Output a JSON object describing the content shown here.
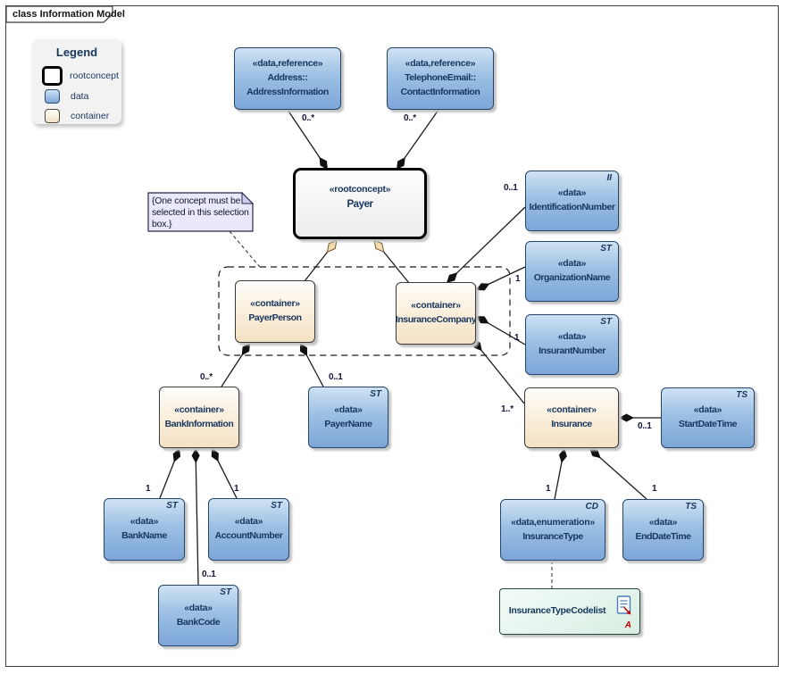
{
  "frame": {
    "title": "class Information Model"
  },
  "legend": {
    "title": "Legend",
    "items": [
      {
        "type": "rootconcept",
        "label": "rootconcept"
      },
      {
        "type": "data",
        "label": "data"
      },
      {
        "type": "container",
        "label": "container"
      }
    ]
  },
  "note": {
    "text": "{One concept must be selected in this selection box.}"
  },
  "nodes": {
    "address": {
      "stereotype": "«data,reference»",
      "line1": "Address::",
      "line2": "AddressInformation"
    },
    "contact": {
      "stereotype": "«data,reference»",
      "line1": "TelephoneEmail::",
      "line2": "ContactInformation"
    },
    "payer": {
      "stereotype": "«rootconcept»",
      "name": "Payer"
    },
    "payerPerson": {
      "stereotype": "«container»",
      "name": "PayerPerson"
    },
    "insuranceCompany": {
      "stereotype": "«container»",
      "name": "InsuranceCompany"
    },
    "identificationNumber": {
      "stereotype": "«data»",
      "name": "IdentificationNumber",
      "marker": "II"
    },
    "organizationName": {
      "stereotype": "«data»",
      "name": "OrganizationName",
      "marker": "ST"
    },
    "insurantNumber": {
      "stereotype": "«data»",
      "name": "InsurantNumber",
      "marker": "ST"
    },
    "insurance": {
      "stereotype": "«container»",
      "name": "Insurance"
    },
    "startDateTime": {
      "stereotype": "«data»",
      "name": "StartDateTime",
      "marker": "TS"
    },
    "bankInformation": {
      "stereotype": "«container»",
      "name": "BankInformation"
    },
    "payerName": {
      "stereotype": "«data»",
      "name": "PayerName",
      "marker": "ST"
    },
    "bankName": {
      "stereotype": "«data»",
      "name": "BankName",
      "marker": "ST"
    },
    "accountNumber": {
      "stereotype": "«data»",
      "name": "AccountNumber",
      "marker": "ST"
    },
    "bankCode": {
      "stereotype": "«data»",
      "name": "BankCode",
      "marker": "ST"
    },
    "insuranceType": {
      "stereotype": "«data,enumeration»",
      "name": "InsuranceType",
      "marker": "CD"
    },
    "endDateTime": {
      "stereotype": "«data»",
      "name": "EndDateTime",
      "marker": "TS"
    },
    "codelist": {
      "name": "InsuranceTypeCodelist",
      "marker": "A"
    }
  },
  "multiplicities": {
    "address_payer": "0..*",
    "contact_payer": "0..*",
    "ic_identification": "0..1",
    "ic_organization": "1",
    "ic_insurant": "1",
    "ic_insurance": "1..*",
    "insurance_start": "0..1",
    "insurance_type": "1",
    "insurance_end": "1",
    "pp_bankinfo": "0..*",
    "pp_payername": "0..1",
    "bi_bankname": "1",
    "bi_bankcode": "0..1",
    "bi_accountnumber": "1"
  },
  "colors": {
    "data_fill_top": "#cfe2f3",
    "data_fill_bottom": "#7da6d8",
    "data_border": "#24466b",
    "container_fill_bottom": "#f4e1c4",
    "rootconcept_border": "#000000",
    "note_fill": "#e9e9fb",
    "codelist_fill": "#d9eee3",
    "text": "#17365d",
    "codelist_marker": "#c00000"
  }
}
